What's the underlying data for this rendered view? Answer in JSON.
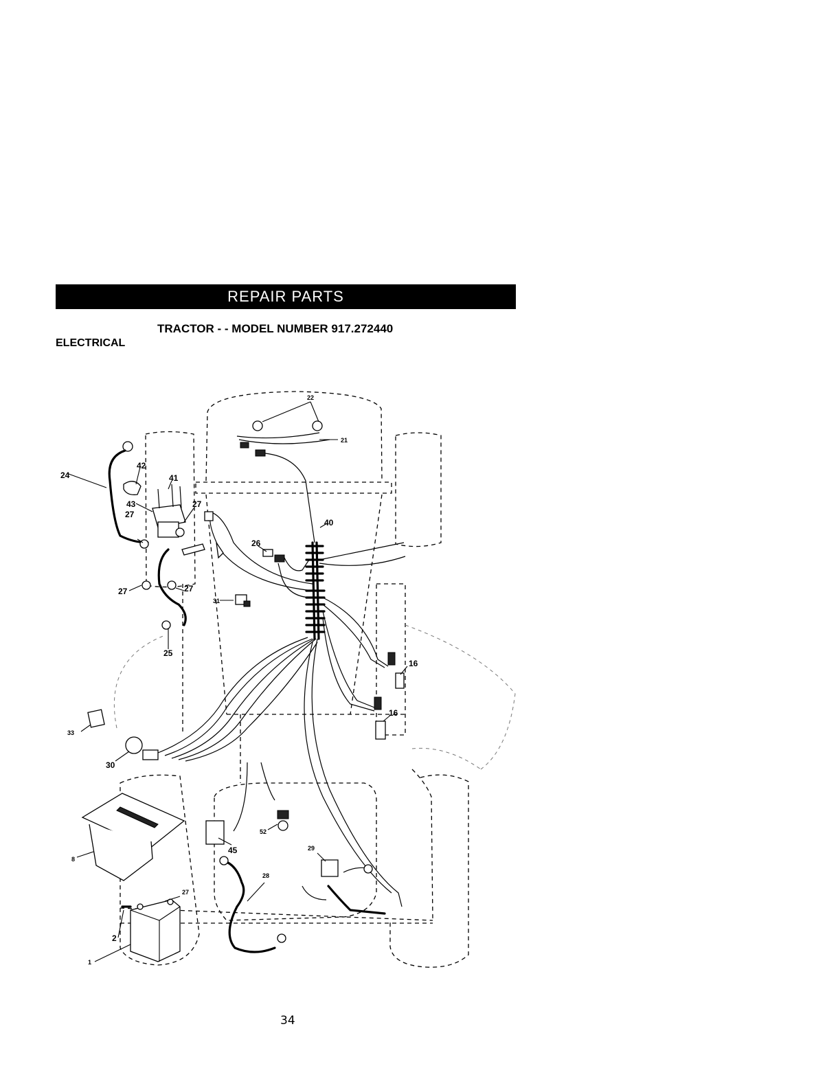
{
  "header": {
    "banner": "REPAIR PARTS",
    "subtitle": "TRACTOR - - MODEL NUMBER 917.272440",
    "section": "ELECTRICAL"
  },
  "diagram": {
    "callouts": {
      "c1": "1",
      "c2": "2",
      "c8": "8",
      "c16a": "16",
      "c16b": "16",
      "c21": "21",
      "c22": "22",
      "c24": "24",
      "c25": "25",
      "c26": "26",
      "c27a": "27",
      "c27b": "27",
      "c27c": "27",
      "c27d": "27",
      "c27e": "27",
      "c28": "28",
      "c29": "29",
      "c30": "30",
      "c31": "31",
      "c33": "33",
      "c40": "40",
      "c41": "41",
      "c42": "42",
      "c43": "43",
      "c45": "45",
      "c52": "52"
    }
  },
  "footer": {
    "page_number": "34"
  }
}
